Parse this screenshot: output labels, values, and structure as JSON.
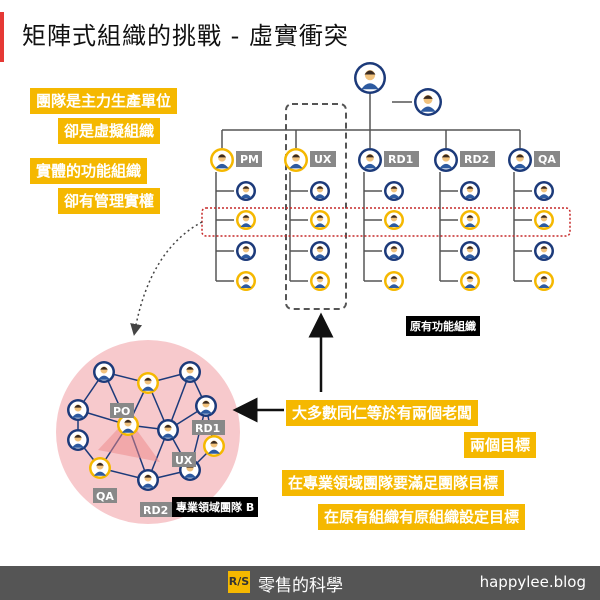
{
  "title": "矩陣式組織的挑戰 - 虛實衝突",
  "callouts": {
    "top1": "團隊是主力生產單位",
    "top2": "卻是虛擬組織",
    "mid1": "實體的功能組織",
    "mid2": "卻有管理實權",
    "r1": "大多數同仁等於有兩個老闆",
    "r2": "兩個目標",
    "r3": "在專業領域團隊要滿足團隊目標",
    "r4": "在原有組織有原組織設定目標"
  },
  "labels": {
    "original_org": "原有功能組織",
    "domain_team": "專業領域團隊 B"
  },
  "org_columns": [
    "PM",
    "UX",
    "RD1",
    "RD2",
    "QA"
  ],
  "team_roles": [
    "PO",
    "RD1",
    "UX",
    "QA",
    "RD2"
  ],
  "footer": {
    "logo": "R/S",
    "name": "零售的科學",
    "site": "happylee.blog"
  },
  "colors": {
    "accent_yellow": "#f5b800",
    "title_red": "#e53935",
    "dotted_red": "#c62828",
    "team_circle": "#f7c9cc"
  }
}
